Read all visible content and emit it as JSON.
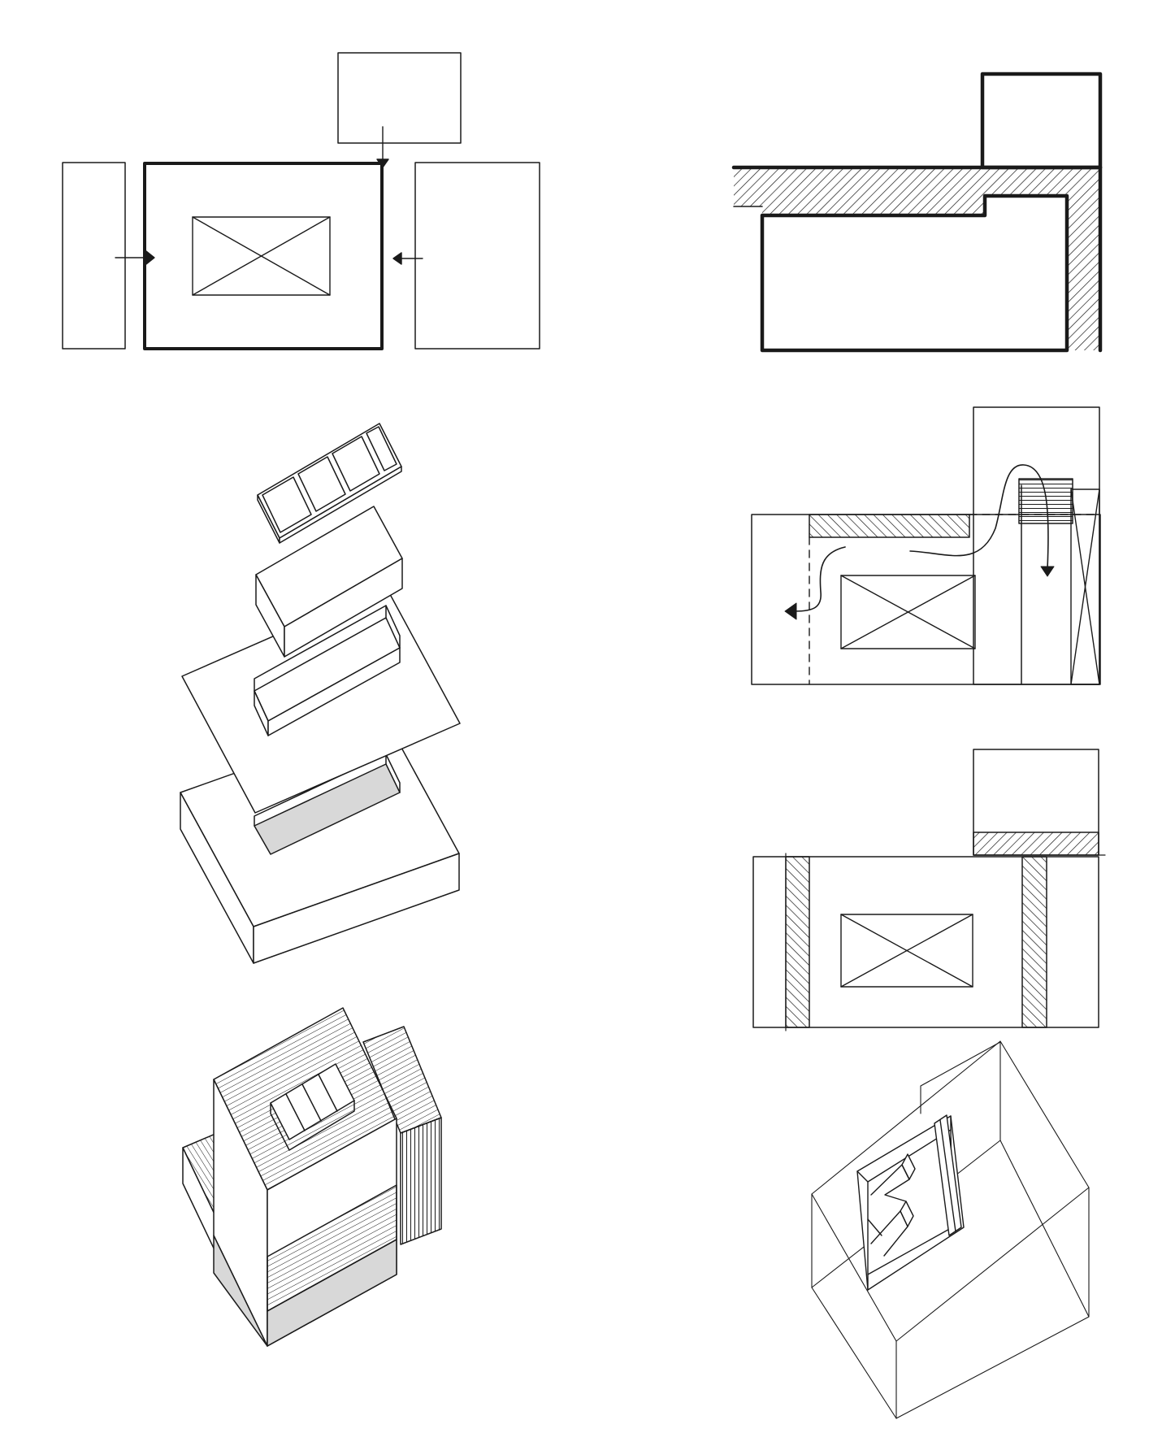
{
  "sheet": {
    "background": "#ffffff",
    "ink": "#1a1a1a",
    "shade": "#d8d8d8"
  },
  "diagrams": [
    {
      "id": "plan-entries",
      "icon": "arrow-icon"
    },
    {
      "id": "plan-l-shape-hatched-wall"
    },
    {
      "id": "plan-circulation",
      "icon": "arrow-icon"
    },
    {
      "id": "plan-hatched-bands"
    },
    {
      "id": "exploded-axonometric"
    },
    {
      "id": "assembled-axonometric"
    },
    {
      "id": "wireframe-axonometric"
    }
  ]
}
